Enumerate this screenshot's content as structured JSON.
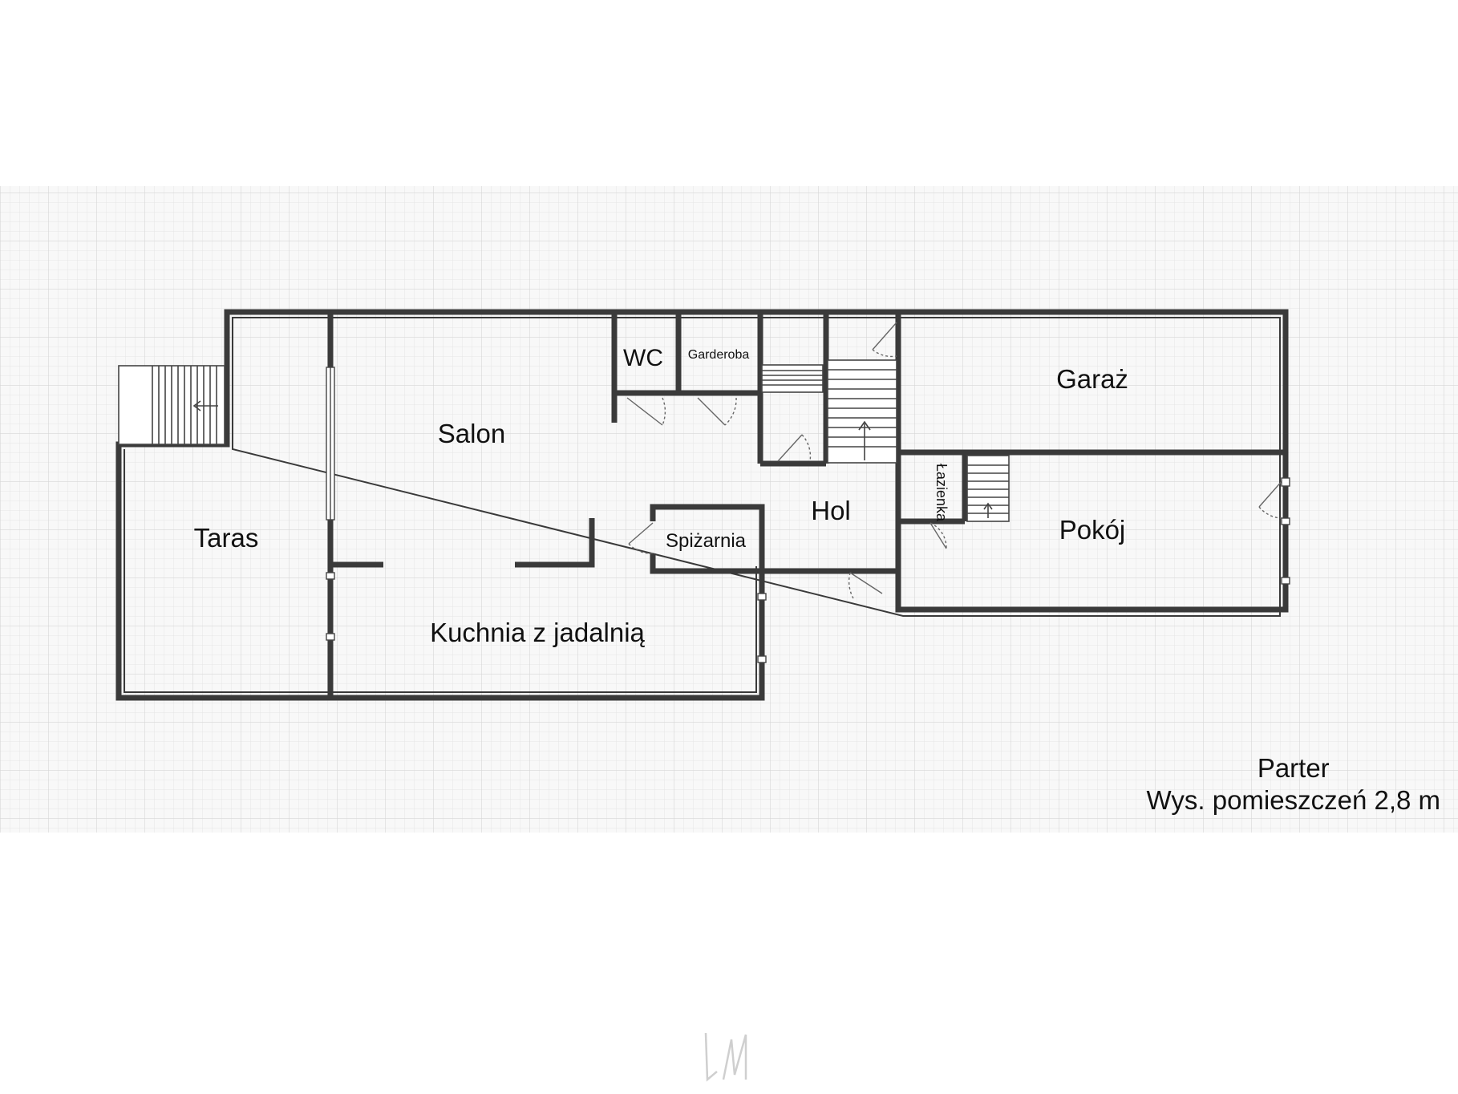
{
  "plan": {
    "rooms": {
      "taras": "Taras",
      "salon": "Salon",
      "wc": "WC",
      "garderoba": "Garderoba",
      "garaz": "Garaż",
      "hol": "Hol",
      "lazienka": "Łazienka",
      "pokoj": "Pokój",
      "spizarnia": "Spiżarnia",
      "kuchnia": "Kuchnia z jadalnią"
    },
    "caption": {
      "floor": "Parter",
      "height": "Wys. pomieszczeń 2,8 m"
    }
  },
  "colors": {
    "wall": "#3d3d3d",
    "grid": "#e2e2e2",
    "grid_background": "#f7f7f7"
  },
  "icons": [
    "stairs-icon",
    "door-swing-icon",
    "window-icon",
    "logo-mark-icon"
  ]
}
